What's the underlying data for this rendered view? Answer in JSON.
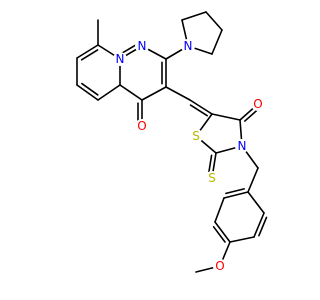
{
  "molecule": {
    "atoms": [
      {
        "id": "methyl",
        "label": ""
      },
      {
        "id": "c1",
        "label": ""
      },
      {
        "id": "c2",
        "label": ""
      },
      {
        "id": "c3",
        "label": ""
      },
      {
        "id": "c4",
        "label": ""
      },
      {
        "id": "c5",
        "label": ""
      },
      {
        "id": "n_py",
        "label": "N"
      },
      {
        "id": "n_top",
        "label": "N"
      },
      {
        "id": "c6",
        "label": ""
      },
      {
        "id": "c7",
        "label": ""
      },
      {
        "id": "c8",
        "label": ""
      },
      {
        "id": "o_ketone",
        "label": "O"
      },
      {
        "id": "n_pyrr",
        "label": "N"
      },
      {
        "id": "p1",
        "label": ""
      },
      {
        "id": "p2",
        "label": ""
      },
      {
        "id": "p3",
        "label": ""
      },
      {
        "id": "p4",
        "label": ""
      },
      {
        "id": "ch",
        "label": ""
      },
      {
        "id": "t1",
        "label": ""
      },
      {
        "id": "s_ring",
        "label": "S"
      },
      {
        "id": "t2",
        "label": ""
      },
      {
        "id": "s_thione",
        "label": "S"
      },
      {
        "id": "n_thz",
        "label": "N"
      },
      {
        "id": "t3",
        "label": ""
      },
      {
        "id": "o_thz",
        "label": "O"
      },
      {
        "id": "ch2",
        "label": ""
      },
      {
        "id": "b1",
        "label": ""
      },
      {
        "id": "b2",
        "label": ""
      },
      {
        "id": "b3",
        "label": ""
      },
      {
        "id": "b4",
        "label": ""
      },
      {
        "id": "b5",
        "label": ""
      },
      {
        "id": "b6",
        "label": ""
      },
      {
        "id": "o_ether",
        "label": "O"
      },
      {
        "id": "ch3_ome",
        "label": ""
      }
    ],
    "colors": {
      "N": "#0000ff",
      "O": "#ff0000",
      "S": "#b8b800",
      "bond": "#000000"
    }
  }
}
